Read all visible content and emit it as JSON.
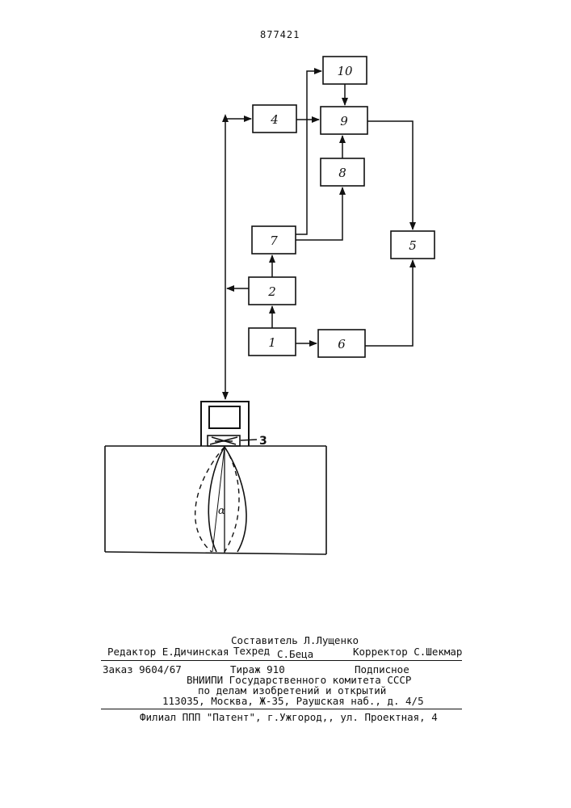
{
  "page_number": "877421",
  "blocks": {
    "b1": "1",
    "b2": "2",
    "b3": "3",
    "b4": "4",
    "b5": "5",
    "b6": "6",
    "b7": "7",
    "b8": "8",
    "b9": "9",
    "b10": "10"
  },
  "angle_symbol": "α",
  "colophon": {
    "compiler": "Составитель Л.Лущенко",
    "editor": "Редактор Е.Дичинская",
    "techred": "Техред",
    "techred_name": "С.Беца",
    "corrector": "Корректор С.Шекмар",
    "order": "Заказ 9604/67",
    "circulation": "Тираж 910",
    "subscription": "Подписное",
    "org1": "ВНИИПИ Государственного комитета СССР",
    "org2": "по делам изобретений и открытий",
    "address": "113035, Москва, Ж-35, Раушская наб., д. 4/5",
    "branch": "Филиал ППП \"Патент\", г.Ужгород,, ул. Проектная, 4"
  }
}
